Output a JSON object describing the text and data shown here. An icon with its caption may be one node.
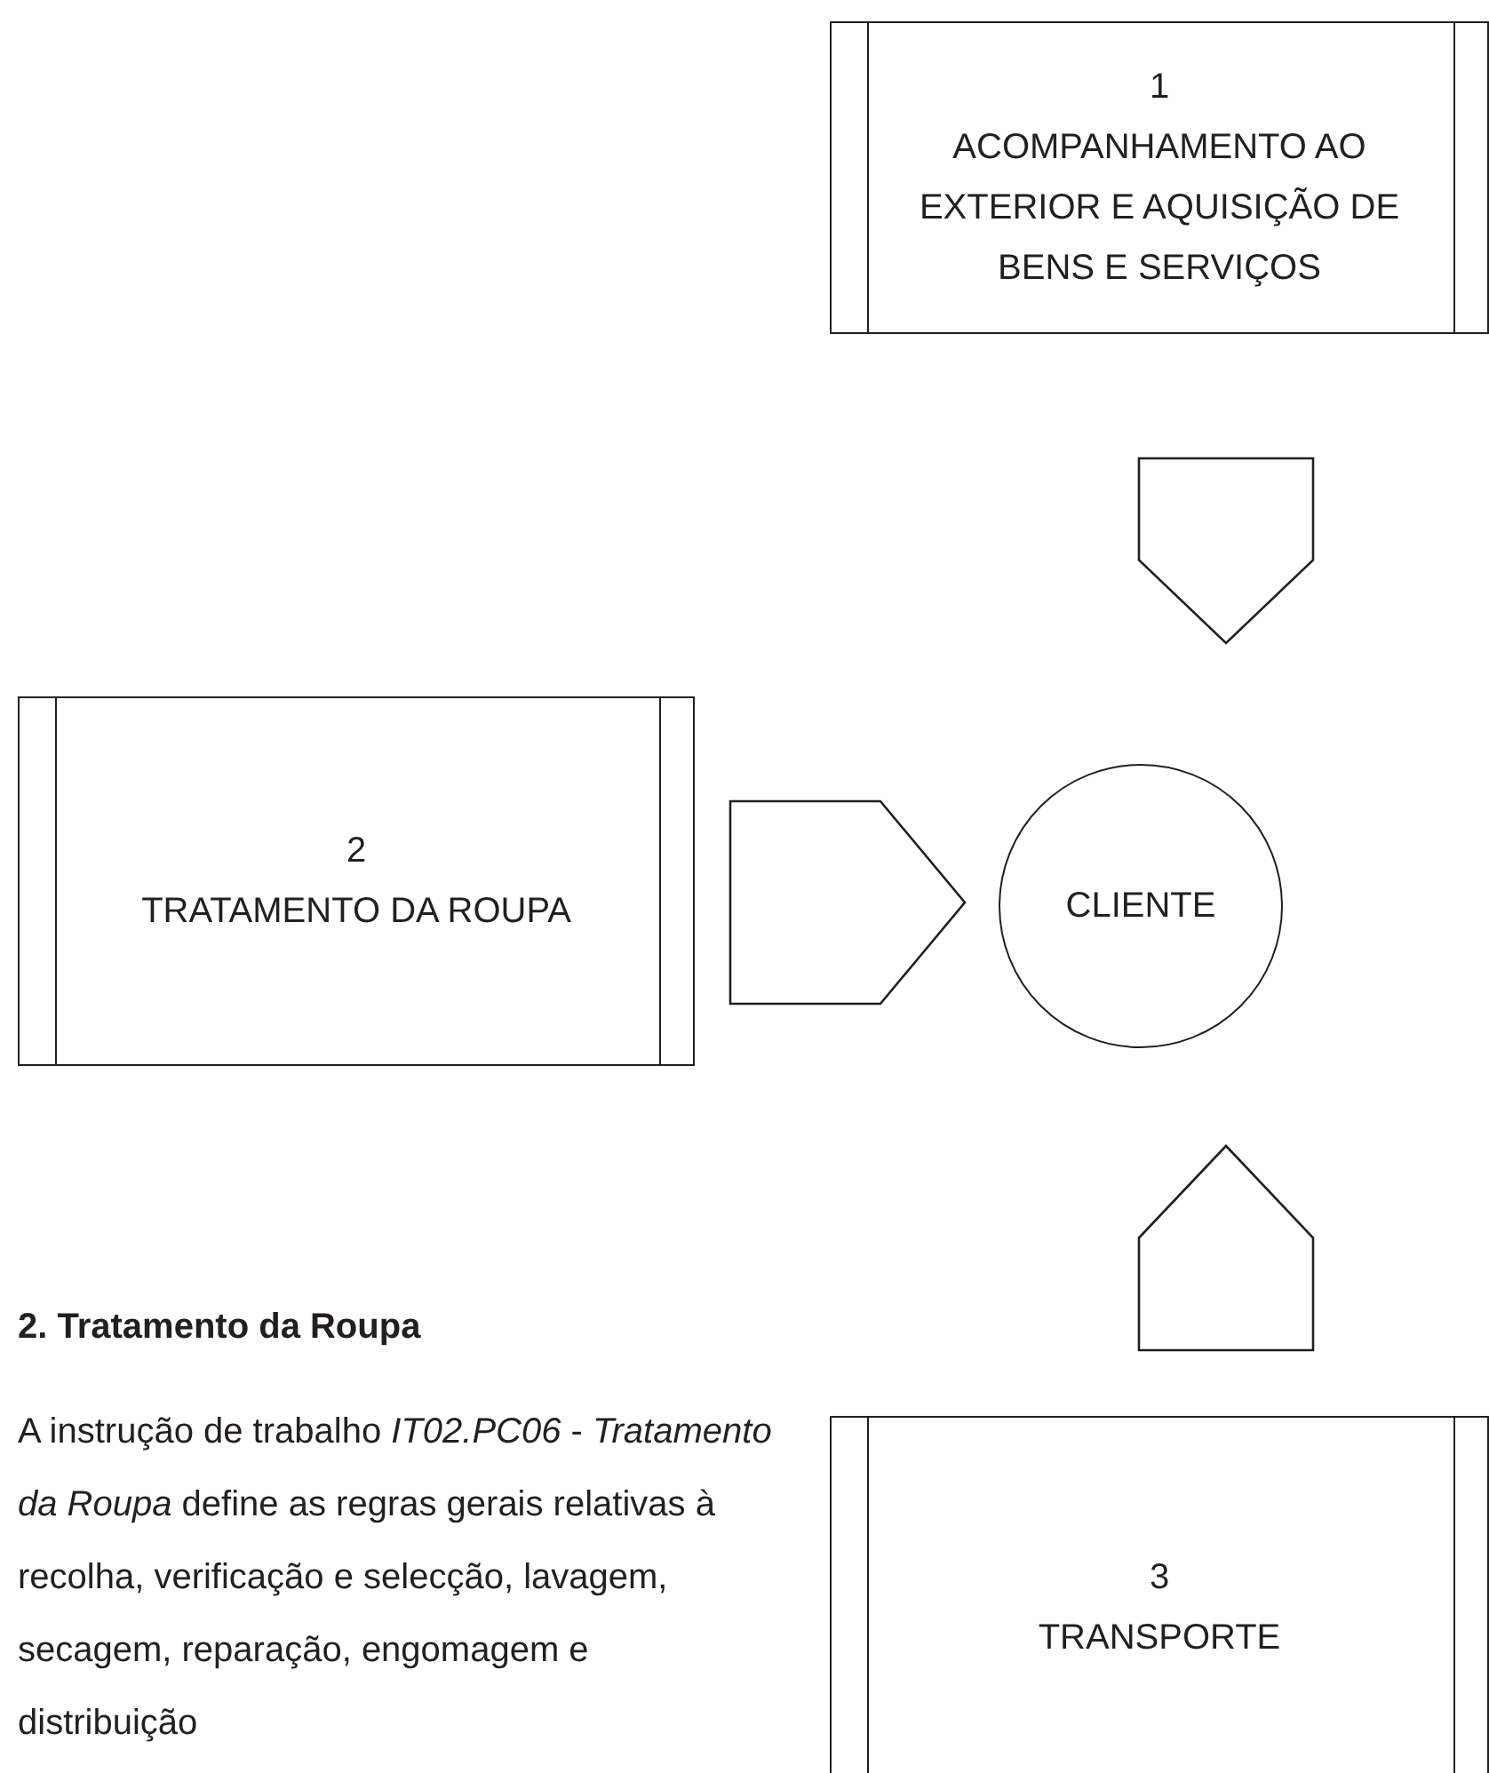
{
  "diagram": {
    "nodes": [
      {
        "text": [
          "1",
          "ACOMPANHAMENTO AO EXTERIOR E AQUISIÇÃO DE BENS E SERVIÇOS"
        ]
      },
      {
        "text": [
          "2",
          "TRATAMENTO DA ROUPA"
        ]
      },
      {
        "text": [
          "CLIENTE"
        ]
      },
      {
        "text": [
          "3",
          "TRANSPORTE"
        ]
      }
    ],
    "edges": [
      {
        "from": 0,
        "to": 2,
        "arrow": "to"
      },
      {
        "from": 1,
        "to": 2,
        "arrow": "to"
      },
      {
        "from": 3,
        "to": 2,
        "arrow": "to"
      }
    ],
    "labels": [
      "2. Tratamento da Roupa",
      "A instrução de trabalho *IT02.PC06* - *Tratamento da Roupa* define as regras gerais relativas à recolha, verificação e selecção, lavagem, secagem, reparação, engomagem e distribuição"
    ]
  }
}
